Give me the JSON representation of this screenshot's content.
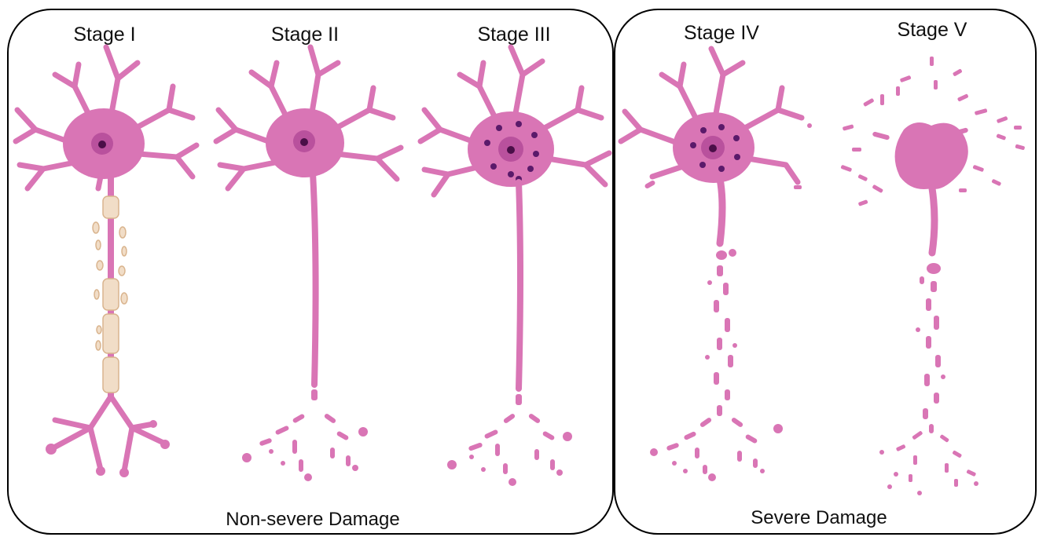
{
  "figure": {
    "stages": [
      {
        "label": "Stage I"
      },
      {
        "label": "Stage II"
      },
      {
        "label": "Stage III"
      },
      {
        "label": "Stage IV"
      },
      {
        "label": "Stage V"
      }
    ],
    "groups": {
      "left": "Non-severe Damage",
      "right": "Severe Damage"
    }
  },
  "colors": {
    "neuron": "#d975b5",
    "nucleus": "#b9519d",
    "nucleolus": "#4a0f48",
    "myelin": "#f1ddc7",
    "border": "#000000"
  }
}
